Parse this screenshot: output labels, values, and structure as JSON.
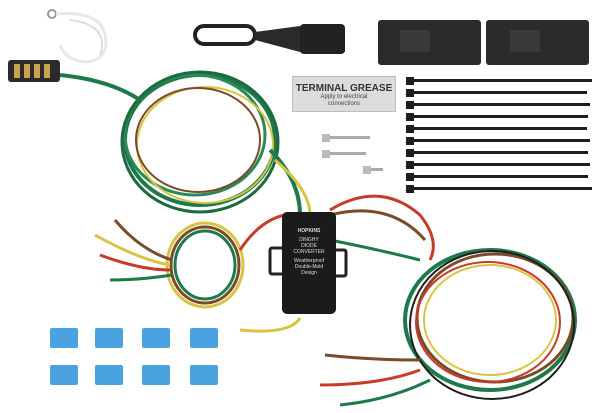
{
  "grease_packet": {
    "title": "TERMINAL GREASE",
    "line1": "Apply to electrical",
    "line2": "connections"
  },
  "converter": {
    "brand": "HOPKINS",
    "line1": "DINGHY",
    "line2": "DIODE",
    "line3": "CONVERTER",
    "line4": "Weatherproof",
    "line5": "Double-Mold",
    "line6": "Design"
  },
  "colors": {
    "green": "#1e7a4a",
    "yellow": "#d8c440",
    "brown": "#7a4a2a",
    "red": "#c83a2a",
    "blue": "#4aa3e0",
    "black": "#1e1e1e"
  }
}
